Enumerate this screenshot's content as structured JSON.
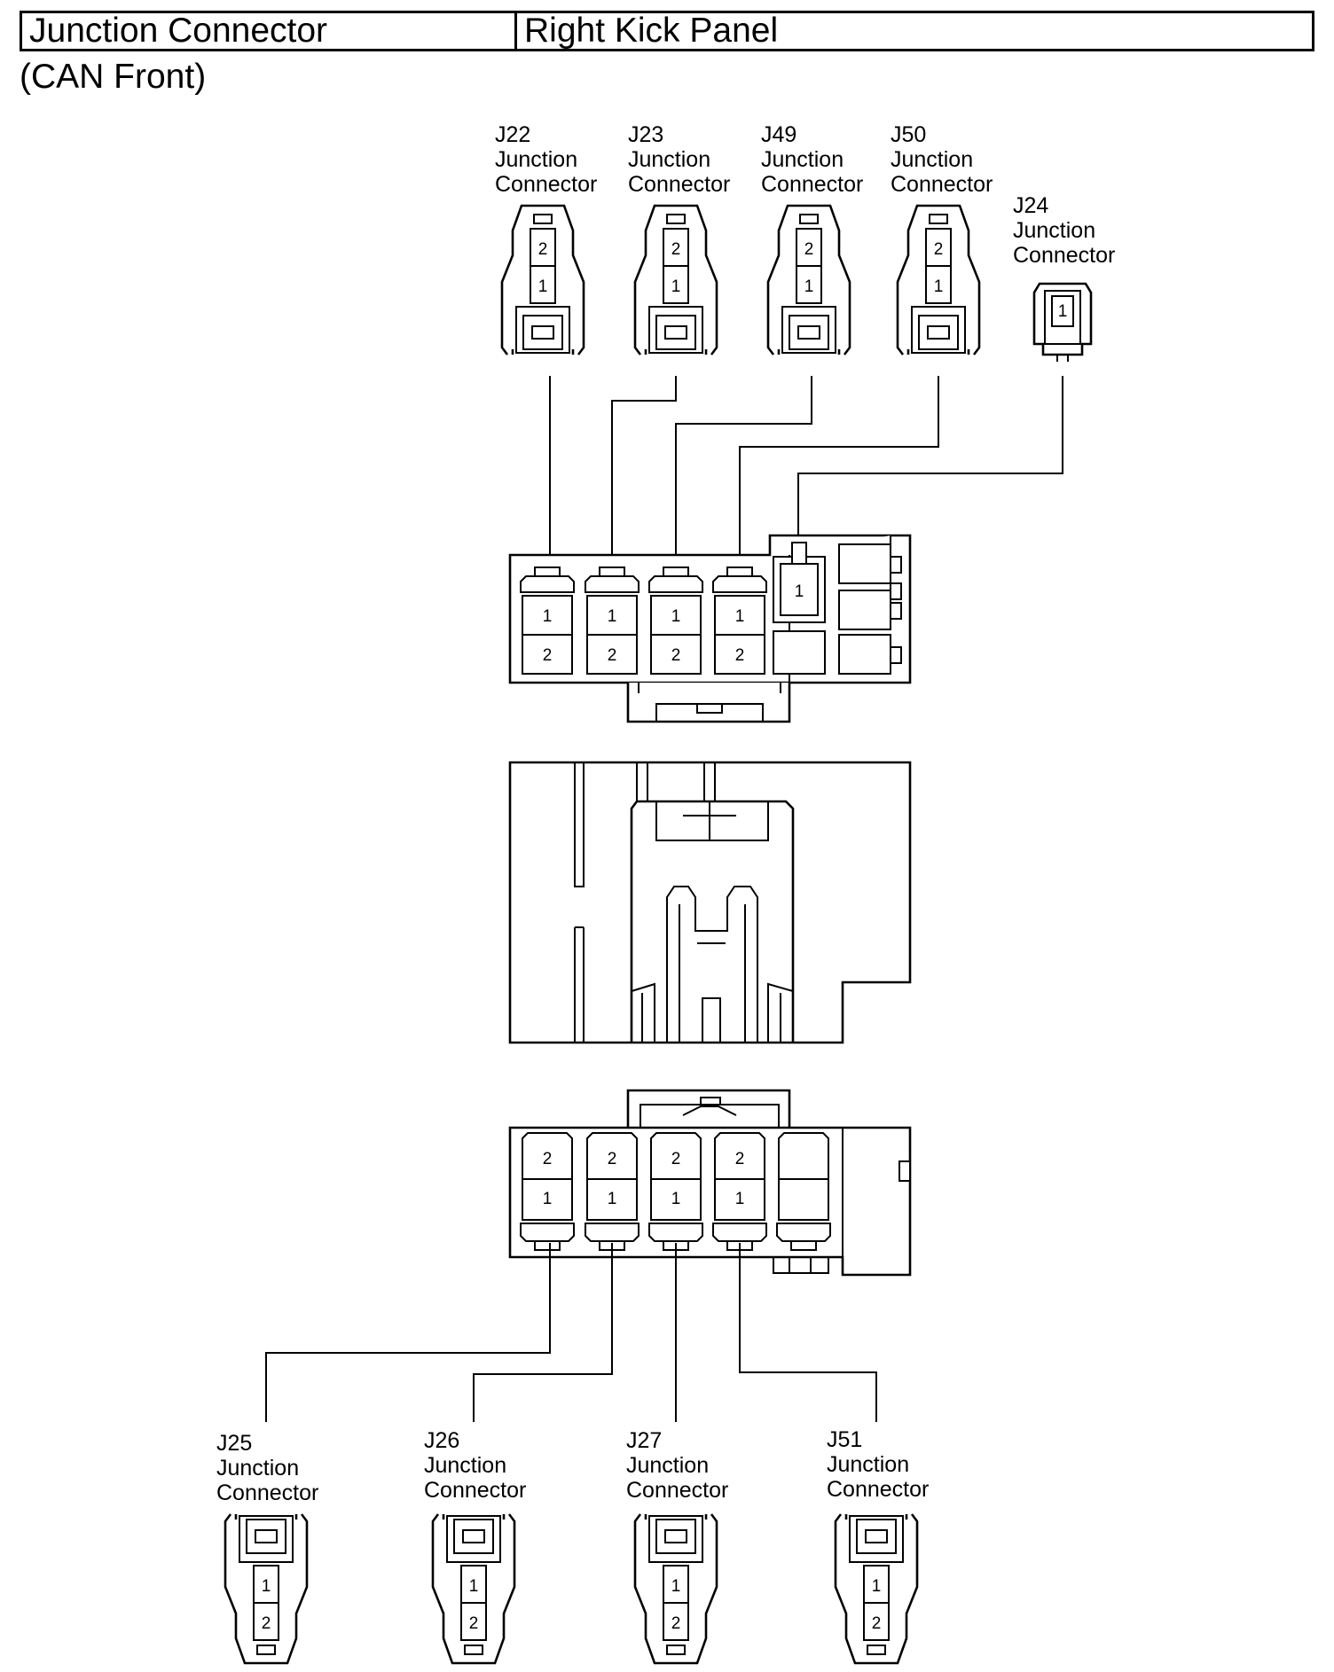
{
  "header": {
    "col1": "Junction Connector",
    "col2": "Right Kick Panel"
  },
  "subtitle": "(CAN Front)",
  "top_connectors": [
    {
      "id": "J22",
      "line1": "Junction",
      "line2": "Connector",
      "pins": [
        "2",
        "1"
      ]
    },
    {
      "id": "J23",
      "line1": "Junction",
      "line2": "Connector",
      "pins": [
        "2",
        "1"
      ]
    },
    {
      "id": "J49",
      "line1": "Junction",
      "line2": "Connector",
      "pins": [
        "2",
        "1"
      ]
    },
    {
      "id": "J50",
      "line1": "Junction",
      "line2": "Connector",
      "pins": [
        "2",
        "1"
      ]
    }
  ],
  "j24": {
    "id": "J24",
    "line1": "Junction",
    "line2": "Connector",
    "pin": "1"
  },
  "upper_block": {
    "row1": [
      "1",
      "1",
      "1",
      "1"
    ],
    "row2": [
      "2",
      "2",
      "2",
      "2"
    ],
    "single_pin": "1"
  },
  "lower_block": {
    "row1": [
      "2",
      "2",
      "2",
      "2"
    ],
    "row2": [
      "1",
      "1",
      "1",
      "1"
    ]
  },
  "bottom_connectors": [
    {
      "id": "J25",
      "line1": "Junction",
      "line2": "Connector",
      "pins": [
        "1",
        "2"
      ]
    },
    {
      "id": "J26",
      "line1": "Junction",
      "line2": "Connector",
      "pins": [
        "1",
        "2"
      ]
    },
    {
      "id": "J27",
      "line1": "Junction",
      "line2": "Connector",
      "pins": [
        "1",
        "2"
      ]
    },
    {
      "id": "J51",
      "line1": "Junction",
      "line2": "Connector",
      "pins": [
        "1",
        "2"
      ]
    }
  ]
}
